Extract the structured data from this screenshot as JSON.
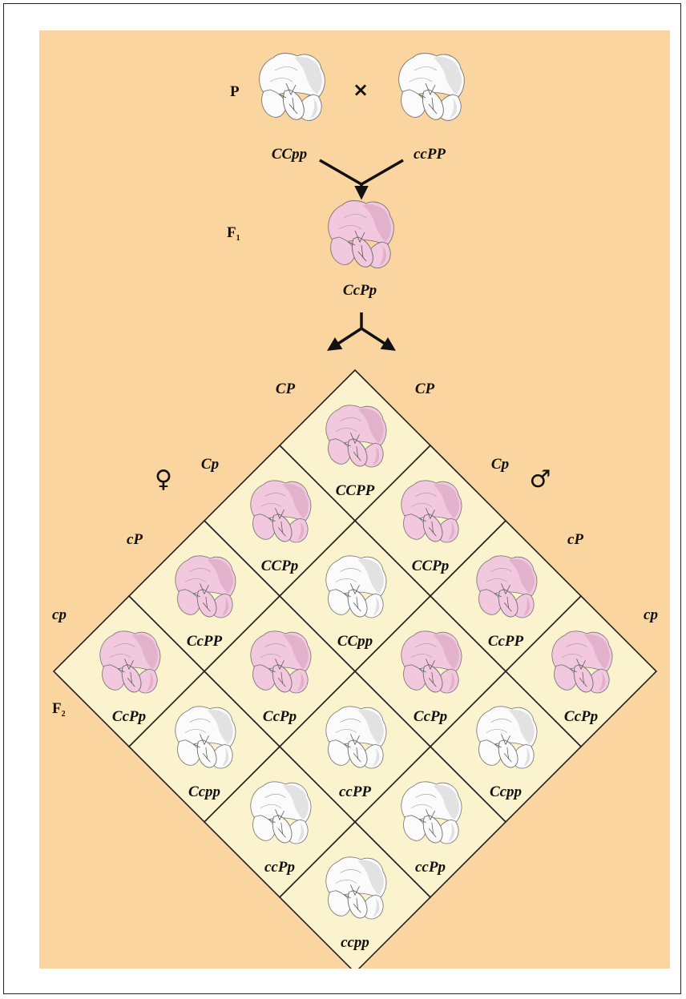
{
  "colors": {
    "background": "#fbd59f",
    "cell_fill": "#fbf3cd",
    "grid_stroke": "#222222",
    "purple_flower": "#f2c8de",
    "purple_shadow": "#dca9c4",
    "white_flower": "#fbfbfb",
    "white_shadow": "#d9d9d9"
  },
  "parents": {
    "generation_label": "P",
    "cross_symbol": "×",
    "left": {
      "genotype": "CCpp",
      "flower": "white"
    },
    "right": {
      "genotype": "ccPP",
      "flower": "white"
    }
  },
  "f1": {
    "generation_label": "F1",
    "genotype": "CcPp",
    "flower": "purple"
  },
  "f2": {
    "generation_label": "F2",
    "female_symbol": "♀",
    "male_symbol": "♂",
    "female_gametes": [
      "CP",
      "Cp",
      "cP",
      "cp"
    ],
    "male_gametes": [
      "CP",
      "Cp",
      "cP",
      "cp"
    ],
    "grid": [
      [
        {
          "genotype": "CCPP",
          "flower": "purple"
        },
        {
          "genotype": "CCPp",
          "flower": "purple"
        },
        {
          "genotype": "CcPP",
          "flower": "purple"
        },
        {
          "genotype": "CcPp",
          "flower": "purple"
        }
      ],
      [
        {
          "genotype": "CCPp",
          "flower": "purple"
        },
        {
          "genotype": "CCpp",
          "flower": "white"
        },
        {
          "genotype": "CcPp",
          "flower": "purple"
        },
        {
          "genotype": "Ccpp",
          "flower": "white"
        }
      ],
      [
        {
          "genotype": "CcPP",
          "flower": "purple"
        },
        {
          "genotype": "CcPp",
          "flower": "purple"
        },
        {
          "genotype": "ccPP",
          "flower": "white"
        },
        {
          "genotype": "ccPp",
          "flower": "white"
        }
      ],
      [
        {
          "genotype": "CcPp",
          "flower": "purple"
        },
        {
          "genotype": "Ccpp",
          "flower": "white"
        },
        {
          "genotype": "ccPp",
          "flower": "white"
        },
        {
          "genotype": "ccpp",
          "flower": "white"
        }
      ]
    ]
  }
}
